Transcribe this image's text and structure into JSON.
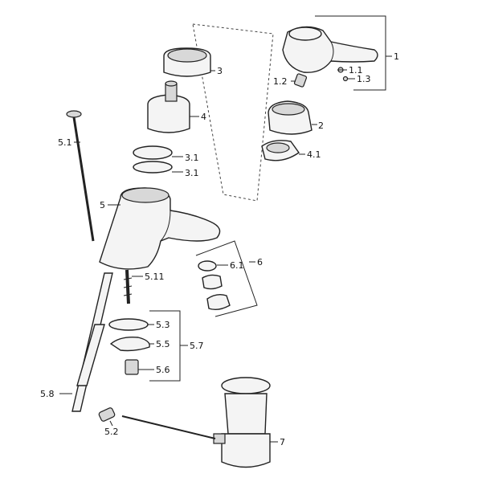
{
  "diagram": {
    "labels": {
      "p1": "1",
      "p1_1": "1.1",
      "p1_2": "1.2",
      "p1_3": "1.3",
      "p2": "2",
      "p3": "3",
      "p3_1a": "3.1",
      "p3_1b": "3.1",
      "p4": "4",
      "p4_1": "4.1",
      "p5": "5",
      "p5_1": "5.1",
      "p5_11": "5.11",
      "p5_2": "5.2",
      "p5_3": "5.3",
      "p5_5": "5.5",
      "p5_6": "5.6",
      "p5_7": "5.7",
      "p5_8": "5.8",
      "p6": "6",
      "p6_1": "6.1",
      "p7": "7"
    }
  }
}
